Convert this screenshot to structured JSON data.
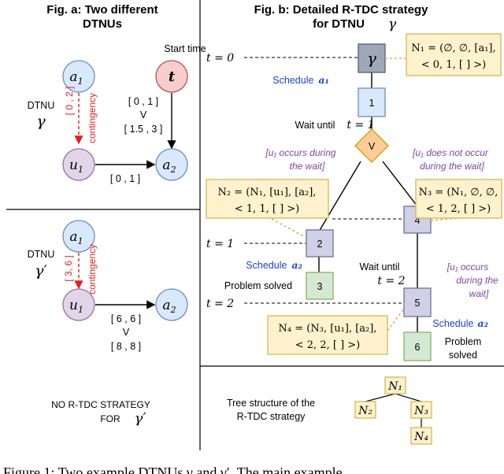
{
  "fig_a": {
    "title_line1": "Fig. a: Two different",
    "title_line2": "DTNUs",
    "start_time": "Start time",
    "dtnu_gamma_label": "DTNU",
    "dtnu_gamma_symbol": "γ",
    "dtnu_gamma_prime_symbol": "γ′",
    "node_a1": "a",
    "node_a1_sub": "1",
    "node_t": "t",
    "node_u1": "u",
    "node_u1_sub": "1",
    "node_a2": "a",
    "node_a2_sub": "2",
    "top": {
      "contingency_interval": "[ 0 , 2 ]",
      "contingency_word": "contingency",
      "t_interval_1": "[ 0 , 1 ]",
      "t_interval_v": "V",
      "t_interval_2": "[ 1.5 , 3 ]",
      "u1_a2_interval": "[ 0 , 1 ]"
    },
    "bottom": {
      "contingency_interval": "[ 3, 6 ]",
      "contingency_word": "contingency",
      "interval_1": "[ 6 , 6 ]",
      "interval_v": "V",
      "interval_2": "[ 8 , 8 ]",
      "no_strategy_line1": "NO R-TDC STRATEGY",
      "no_strategy_line2": "FOR"
    }
  },
  "fig_b": {
    "title_line1": "Fig. b:  Detailed R-TDC strategy",
    "title_line2": "for DTNU",
    "title_symbol": "γ",
    "t0": "t = 0",
    "t1": "t = 1",
    "t2": "t = 2",
    "root_symbol": "γ",
    "schedule_a1": "Schedule",
    "schedule_a1_var": "a₁",
    "wait_until_1": "Wait until",
    "wait_until_1_t": "t = 1",
    "or_symbol": "V",
    "u1_occurs": [
      "[u₁ occurs during",
      "the wait]"
    ],
    "u1_not_occurs": [
      "[u₁ does not occur",
      "during the wait]"
    ],
    "schedule_a2_left": "Schedule",
    "schedule_a2_left_var": "a₂",
    "problem_solved_left": "Problem solved",
    "wait_until_2": [
      "Wait until",
      "t = 2"
    ],
    "u1_occurs_2": [
      "[u₁ occurs",
      "during the",
      "wait]"
    ],
    "schedule_a2_right": "Schedule",
    "schedule_a2_right_var": "a₂",
    "problem_solved_right": [
      "Problem",
      "solved"
    ],
    "nodes": {
      "n1": "1",
      "n2": "2",
      "n3": "3",
      "n4": "4",
      "n5": "5",
      "n6": "6"
    },
    "N1": [
      "N₁ = (∅, ∅, [a₁],",
      "< 0, 1, [ ] >)"
    ],
    "N2": [
      "N₂ = (N₁, [u₁], [a₂],",
      "< 1, 1, [ ] >)"
    ],
    "N3": [
      "N₃ = (N₁, ∅, ∅,",
      "< 1, 2, [ ] >)"
    ],
    "N4": [
      "N₄ = (N₃, [u₁], [a₂],",
      "< 2, 2, [ ] >)"
    ]
  },
  "tree": {
    "label_line1": "Tree structure of the",
    "label_line2": "R-TDC strategy",
    "n1": "N₁",
    "n2": "N₂",
    "n3": "N₃",
    "n4": "N₄"
  },
  "caption": "Figure 1: Two example DTNUs γ and γ′. The main example",
  "colors": {
    "blue_node": "#dae8fc",
    "blue_stroke": "#6c8ebf",
    "red_node": "#f8cecc",
    "purple_node": "#e1d5e7",
    "green_node": "#d5e8d4",
    "orange_node": "#ffcc99",
    "yellow_box": "#fff2cc",
    "yellow_stroke": "#d6b656",
    "schedule_blue": "#1f3fd6",
    "annotation_purple": "#7e46a6"
  }
}
